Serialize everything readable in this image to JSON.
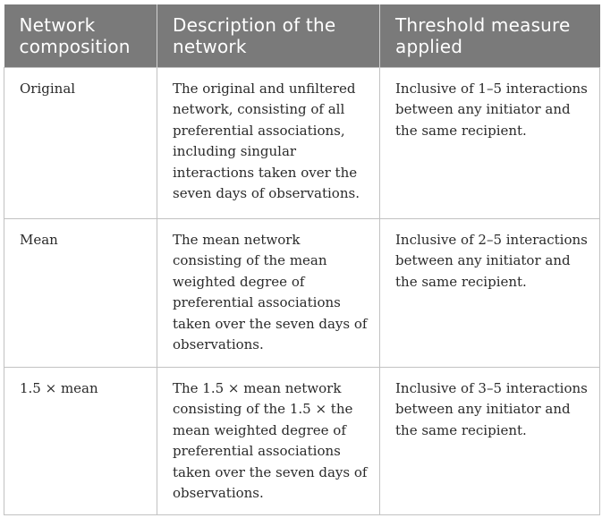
{
  "table": {
    "headers": [
      "Network composition",
      "Description of the network",
      "Threshold measure applied"
    ],
    "rows": [
      {
        "composition": "Original",
        "description": "The original and unfiltered network, consisting of all preferential associations, including singular interactions taken over the seven days of observations.",
        "threshold": "Inclusive of 1–5 interactions between any initiator and the same recipient."
      },
      {
        "composition": "Mean",
        "description": "The mean network consisting of the mean weighted degree of preferential associations taken over the seven days of observations.",
        "threshold": "Inclusive of 2–5 interactions between any initiator and the same recipient."
      },
      {
        "composition": "1.5 × mean",
        "description": "The 1.5 × mean network consisting of the 1.5 × the mean weighted degree of preferential associations taken over the seven days of observations.",
        "threshold": "Inclusive of 3–5 interactions between any initiator and the same recipient."
      }
    ]
  },
  "colors": {
    "header_bg": "#7a7a7a",
    "header_text": "#ffffff",
    "body_text": "#2a2a2a",
    "border": "#c2c2c2"
  }
}
